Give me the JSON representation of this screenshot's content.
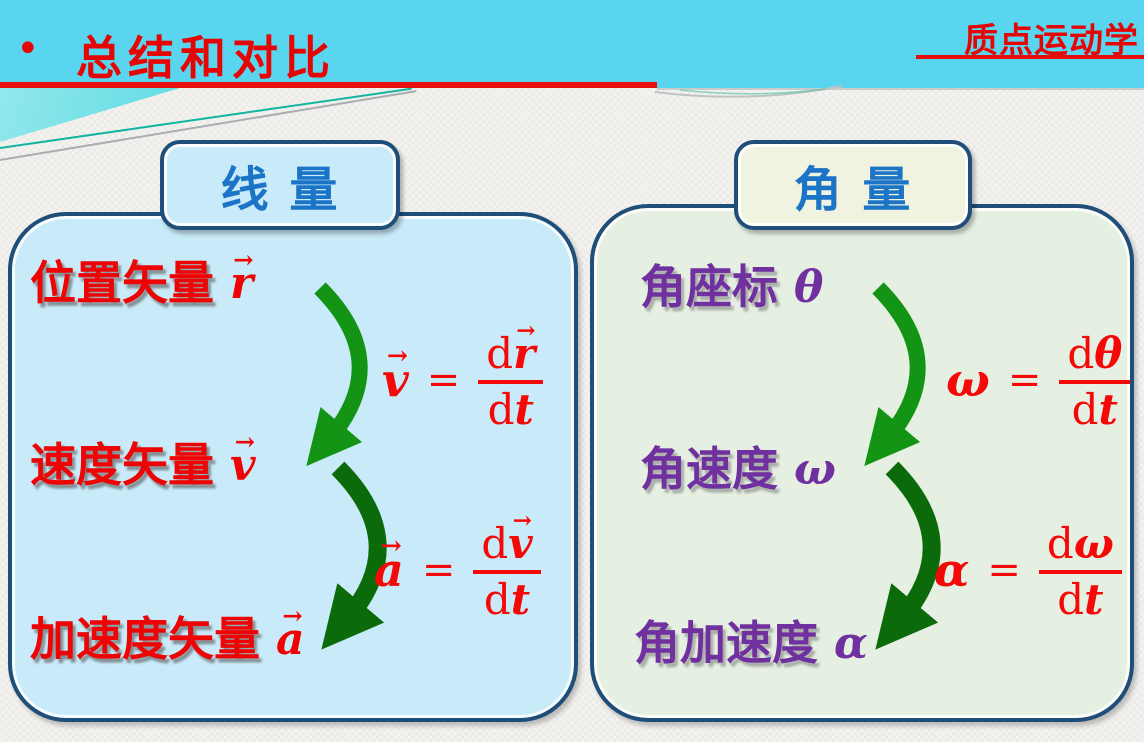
{
  "header": {
    "bullet": "•",
    "title": "总结和对比",
    "course": "质点运动学"
  },
  "math": {
    "vec_mark": "→",
    "equals": "="
  },
  "left_panel": {
    "tab": "线 量",
    "items": [
      {
        "label": "位置矢量",
        "symbol": "r"
      },
      {
        "label": "速度矢量",
        "symbol": "v"
      },
      {
        "label": "加速度矢量",
        "symbol": "a"
      }
    ],
    "formulas": [
      {
        "lhs": "v",
        "num_d": "d",
        "num_sym": "r",
        "den_d": "d",
        "den_sym": "t"
      },
      {
        "lhs": "a",
        "num_d": "d",
        "num_sym": "v",
        "den_d": "d",
        "den_sym": "t"
      }
    ]
  },
  "right_panel": {
    "tab": "角 量",
    "items": [
      {
        "label": "角座标",
        "symbol": "θ"
      },
      {
        "label": "角速度",
        "symbol": "ω"
      },
      {
        "label": "角加速度",
        "symbol": "α"
      }
    ],
    "formulas": [
      {
        "lhs": "ω",
        "num_d": "d",
        "num_sym": "θ",
        "den_d": "d",
        "den_sym": "t"
      },
      {
        "lhs": "α",
        "num_d": "d",
        "num_sym": "ω",
        "den_d": "d",
        "den_sym": "t"
      }
    ]
  },
  "colors": {
    "header_bg": "#5AD5F0",
    "accent_red": "#EE0707",
    "accent_purple": "#7030A0",
    "arrow_green_light": "#149414",
    "arrow_green_dark": "#0B6B0B",
    "panel_border_navy": "#1F4E79",
    "panel_left_fill": "#C9EBF9",
    "panel_right_fill": "#E6F0E2",
    "tab_text_blue": "#1B74C6"
  }
}
